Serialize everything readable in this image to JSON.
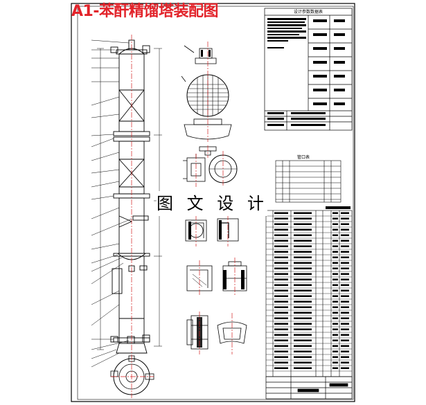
{
  "title": "A1-苯酐精馏塔装配图",
  "watermark": "图 文 设 计",
  "tables": {
    "design_data_header": "设计参数数据表",
    "nozzle_table_header": "管口表"
  },
  "colors": {
    "title_red": "#e2232a",
    "centerline_red": "#d21e1e",
    "line": "#000000",
    "background": "#ffffff"
  }
}
